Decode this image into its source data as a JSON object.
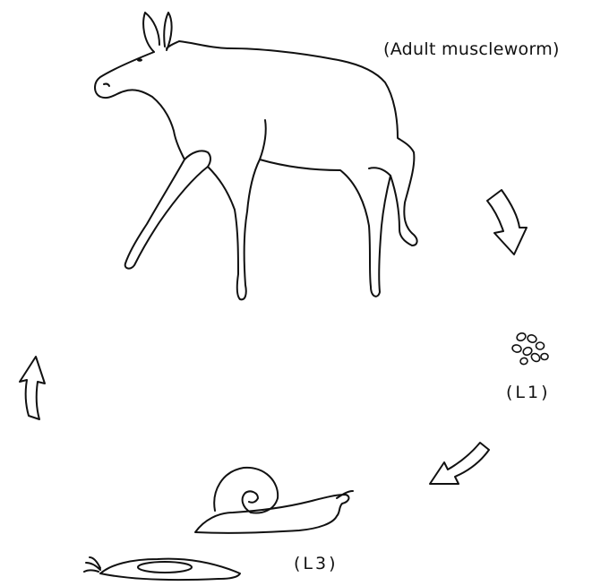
{
  "labels": {
    "adult": "(Adult muscleworm)",
    "l1": "(L1)",
    "l3": "(L3)"
  },
  "colors": {
    "ink": "#111111",
    "background": "#ffffff"
  }
}
